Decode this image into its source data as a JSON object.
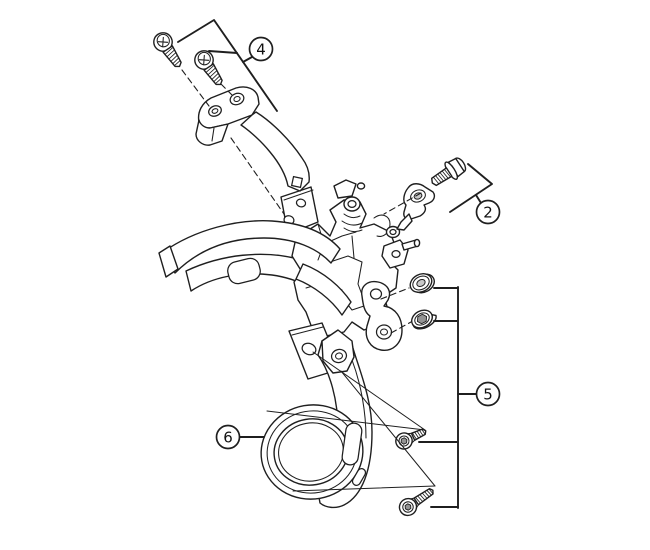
{
  "diagram": {
    "type": "exploded-parts-diagram",
    "subject": "bicycle-front-derailleur-assembly",
    "background_color": "#ffffff",
    "line_color": "#1f1f1f",
    "callouts": [
      {
        "label": "4",
        "part": "clamp-fixing-screws"
      },
      {
        "label": "2",
        "part": "cable-fixing-bolt-and-plate"
      },
      {
        "label": "5",
        "part": "guard-mounting-hardware-set"
      },
      {
        "label": "6",
        "part": "chain-guard-plate"
      }
    ],
    "parts": [
      {
        "name": "pan-head-screw",
        "qty": 2,
        "callout": "4"
      },
      {
        "name": "clamp-lever-cover",
        "qty": 1,
        "callout": "4"
      },
      {
        "name": "cable-fixing-bolt",
        "qty": 1,
        "callout": "2"
      },
      {
        "name": "cable-clamp-plate",
        "qty": 1,
        "callout": "2"
      },
      {
        "name": "derailleur-body-with-cage",
        "qty": 1
      },
      {
        "name": "washer",
        "qty": 1,
        "callout": "5"
      },
      {
        "name": "nut",
        "qty": 1,
        "callout": "5"
      },
      {
        "name": "countersunk-screw-short",
        "qty": 1,
        "callout": "5"
      },
      {
        "name": "countersunk-screw-long",
        "qty": 1,
        "callout": "5"
      },
      {
        "name": "chain-guard-plate",
        "qty": 1,
        "callout": "6"
      }
    ]
  }
}
